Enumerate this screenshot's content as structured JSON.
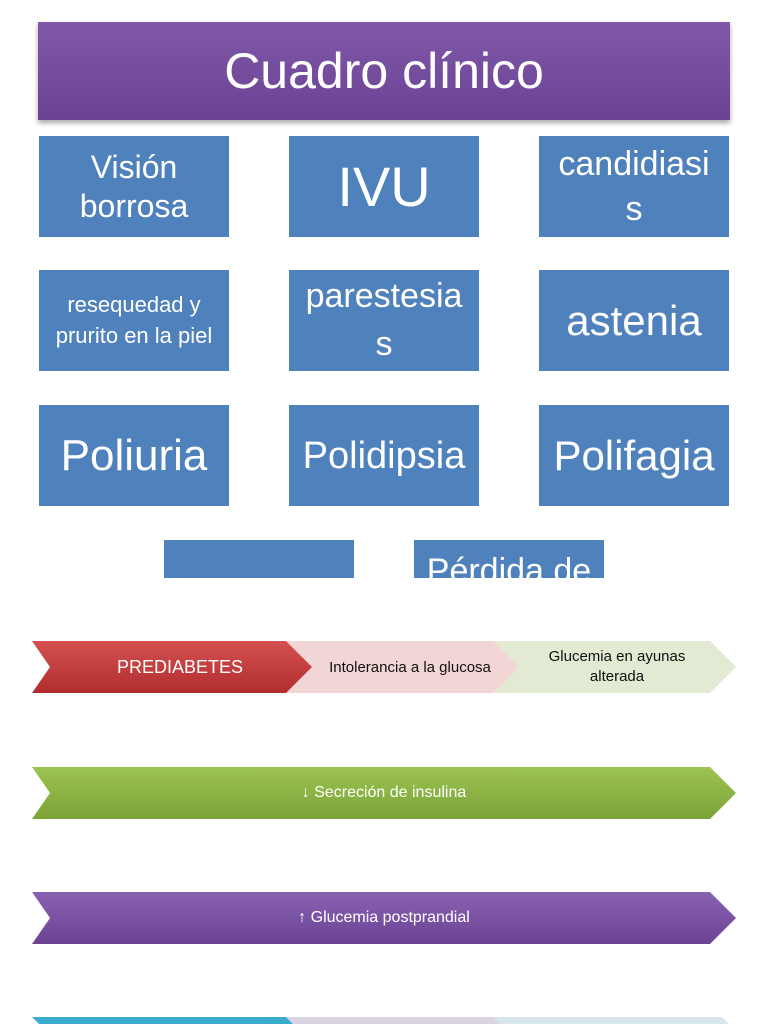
{
  "slide1": {
    "title": "Cuadro clínico",
    "grid": [
      {
        "label": "Visión borrosa",
        "color": "#4f81bd"
      },
      {
        "label": "IVU",
        "color": "#4f81bd"
      },
      {
        "label": "candidiasis",
        "color": "#4f81bd"
      },
      {
        "label": "resequedad y prurito en la piel",
        "color": "#4f81bd"
      },
      {
        "label": "parestesias",
        "color": "#4f81bd"
      },
      {
        "label": "astenia",
        "color": "#4f81bd"
      },
      {
        "label": "Poliuria",
        "color": "#4f81bd"
      },
      {
        "label": "Polidipsia",
        "color": "#4f81bd"
      },
      {
        "label": "Polifagia",
        "color": "#4f81bd"
      }
    ],
    "bottom_partial": [
      "Pérdida de"
    ]
  },
  "slide2": {
    "row1": {
      "step1": "PREDIABETES",
      "step2": "Intolerancia a la glucosa",
      "step3": "Glucemia en ayunas alterada"
    },
    "row2": "↓ Secreción de insulina",
    "row3": "↑ Glucemia postprandial"
  },
  "colors": {
    "title_purple": "#7250a0",
    "box_blue": "#4f81bd",
    "prediabetes_red": "#c0393b",
    "intolerancia_pink": "#f2d5d5",
    "glucemia_green_light": "#e2ead3",
    "secrecion_green": "#8cb443",
    "postprandial_purple": "#7a52a6",
    "bottom_cyan": "#3aaccc"
  }
}
